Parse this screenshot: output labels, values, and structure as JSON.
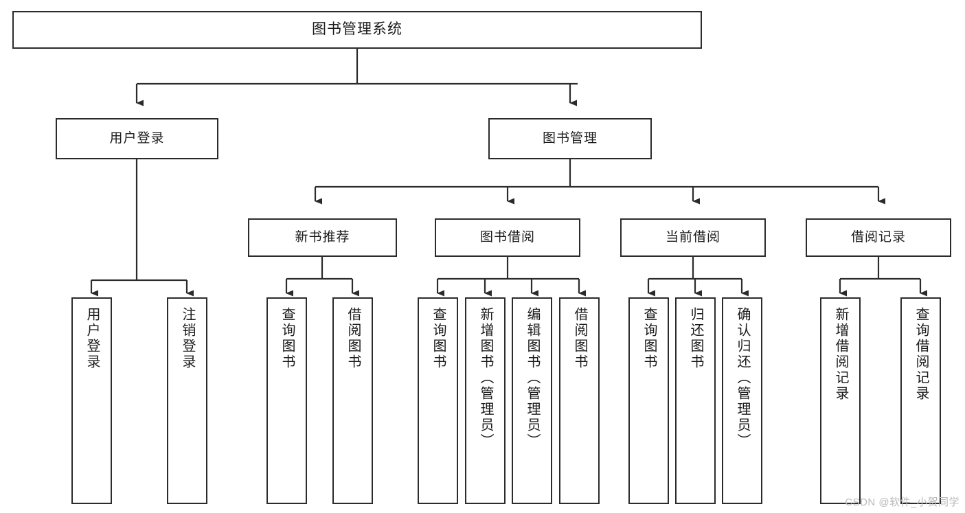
{
  "diagram": {
    "title": "图书管理系统",
    "type": "tree-hierarchy-chart",
    "root": {
      "label": "图书管理系统"
    },
    "level2": [
      {
        "label": "用户登录"
      },
      {
        "label": "图书管理"
      }
    ],
    "level3": [
      {
        "label": "新书推荐"
      },
      {
        "label": "图书借阅"
      },
      {
        "label": "当前借阅"
      },
      {
        "label": "借阅记录"
      }
    ],
    "leaves": {
      "user_login": [
        {
          "label": "用户登录"
        },
        {
          "label": "注销登录"
        }
      ],
      "new_book_recommend": [
        {
          "label": "查询图书"
        },
        {
          "label": "借阅图书"
        }
      ],
      "book_borrow": [
        {
          "label": "查询图书"
        },
        {
          "label": "新增图书（管理员）"
        },
        {
          "label": "编辑图书（管理员）"
        },
        {
          "label": "借阅图书"
        }
      ],
      "current_borrow": [
        {
          "label": "查询图书"
        },
        {
          "label": "归还图书"
        },
        {
          "label": "确认归还（管理员）"
        }
      ],
      "borrow_record": [
        {
          "label": "新增借阅记录"
        },
        {
          "label": "查询借阅记录"
        }
      ]
    }
  },
  "watermark": {
    "text": "CSDN @软件_小贺同学"
  },
  "colors": {
    "stroke": "#2b2b2b",
    "fill": "#ffffff",
    "text": "#1b1b1b",
    "watermark": "#b9b9b9"
  }
}
